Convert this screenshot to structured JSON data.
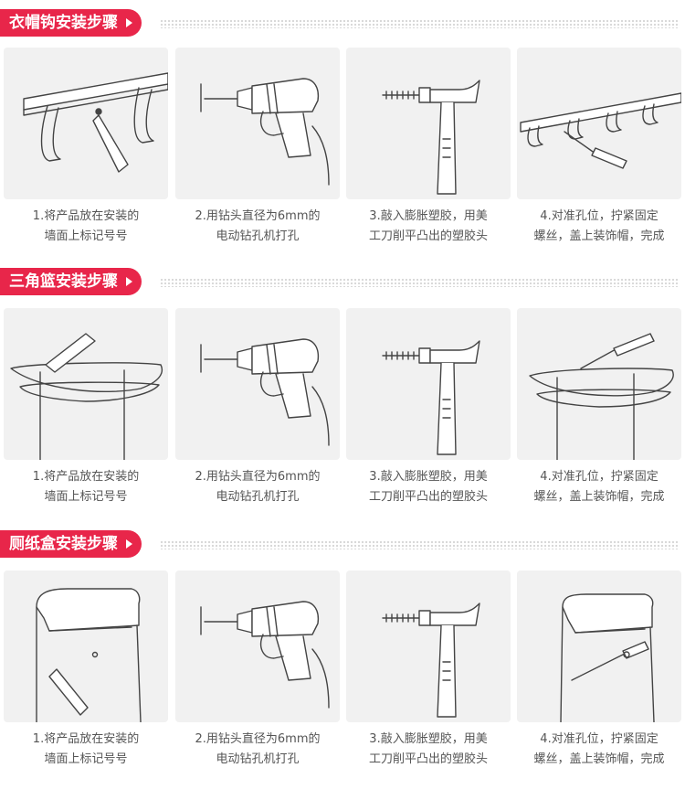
{
  "colors": {
    "accent": "#e8264a",
    "panel_bg": "#f1f1f1",
    "line": "#444444"
  },
  "sections": [
    {
      "title": "衣帽钩安装步骤",
      "steps": [
        {
          "line1": "1.将产品放在安装的",
          "line2": "墙面上标记号号",
          "icon": "coat-hook-mark-icon"
        },
        {
          "line1": "2.用钻头直径为6mm的",
          "line2": "电动钻孔机打孔",
          "icon": "drill-icon"
        },
        {
          "line1": "3.敲入膨胀塑胶，用美",
          "line2": "工刀削平凸出的塑胶头",
          "icon": "hammer-icon"
        },
        {
          "line1": "4.对准孔位，拧紧固定",
          "line2": "螺丝，盖上装饰帽，完成",
          "icon": "coat-hook-screw-icon"
        }
      ]
    },
    {
      "title": "三角篮安装步骤",
      "steps": [
        {
          "line1": "1.将产品放在安装的",
          "line2": "墙面上标记号号",
          "icon": "corner-basket-mark-icon"
        },
        {
          "line1": "2.用钻头直径为6mm的",
          "line2": "电动钻孔机打孔",
          "icon": "drill-icon"
        },
        {
          "line1": "3.敲入膨胀塑胶，用美",
          "line2": "工刀削平凸出的塑胶头",
          "icon": "hammer-icon"
        },
        {
          "line1": "4.对准孔位，拧紧固定",
          "line2": "螺丝，盖上装饰帽，完成",
          "icon": "corner-basket-screw-icon"
        }
      ]
    },
    {
      "title": "厕纸盒安装步骤",
      "steps": [
        {
          "line1": "1.将产品放在安装的",
          "line2": "墙面上标记号号",
          "icon": "tissue-box-mark-icon"
        },
        {
          "line1": "2.用钻头直径为6mm的",
          "line2": "电动钻孔机打孔",
          "icon": "drill-icon"
        },
        {
          "line1": "3.敲入膨胀塑胶，用美",
          "line2": "工刀削平凸出的塑胶头",
          "icon": "hammer-icon"
        },
        {
          "line1": "4.对准孔位，拧紧固定",
          "line2": "螺丝，盖上装饰帽，完成",
          "icon": "tissue-box-screw-icon"
        }
      ]
    }
  ]
}
